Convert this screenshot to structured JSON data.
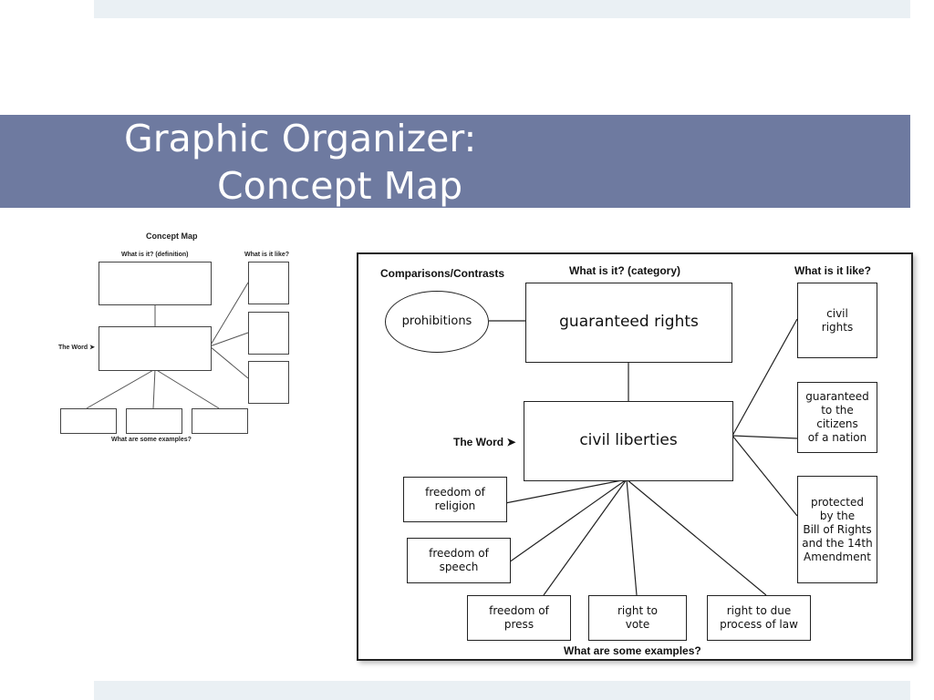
{
  "slide": {
    "title_line1": "Graphic Organizer:",
    "title_line2": "Concept Map"
  },
  "template": {
    "heading": "Concept Map",
    "definition_label": "What is it? (definition)",
    "like_label": "What is it like?",
    "word_label": "The Word ➤",
    "examples_label": "What are some examples?"
  },
  "concept_map": {
    "comparisons_label": "Comparisons/Contrasts",
    "category_label": "What is it? (category)",
    "like_label": "What is it like?",
    "word_label": "The Word ➤",
    "examples_label": "What are some examples?",
    "comparison": "prohibitions",
    "category": "guaranteed rights",
    "word": "civil liberties",
    "like_items": [
      "civil\nrights",
      "guaranteed\nto the\ncitizens\nof a nation",
      "protected\nby the\nBill of Rights\nand the 14th\nAmendment"
    ],
    "examples": [
      "freedom of\nreligion",
      "freedom of\nspeech",
      "freedom of\npress",
      "right to\nvote",
      "right to due\nprocess of law"
    ]
  }
}
